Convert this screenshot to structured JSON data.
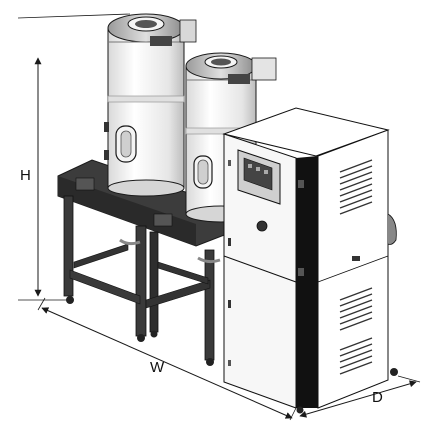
{
  "dimensions": {
    "height_label": "H",
    "width_label": "W",
    "depth_label": "D"
  },
  "colors": {
    "line": "#1a1a1a",
    "frame": "#3a3a3a",
    "cabinet_front": "#f7f7f7",
    "cabinet_side": "#ffffff",
    "cabinet_edge": "#111111",
    "hopper_body": "#f2f2f2",
    "hopper_shade": "#cfcfcf"
  },
  "icons": [
    "dimension-arrow-icon",
    "vent-grille-icon",
    "control-panel-icon",
    "caster-wheel-icon"
  ]
}
